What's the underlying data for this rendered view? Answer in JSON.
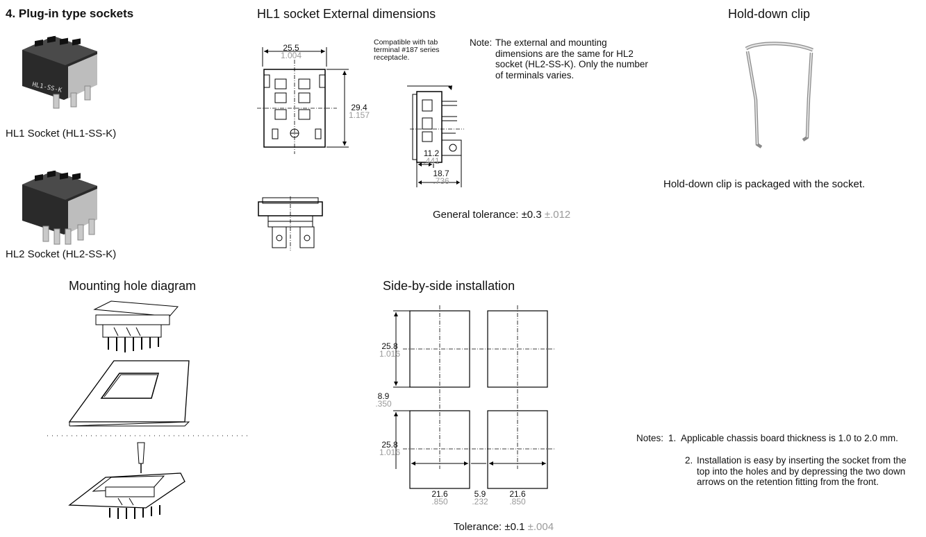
{
  "section_title": "4. Plug-in type sockets",
  "products": {
    "hl1_caption": "HL1 Socket (HL1-SS-K)",
    "hl2_caption": "HL2 Socket (HL2-SS-K)",
    "photo_label": "HL1-SS-K"
  },
  "external_dimensions": {
    "title": "HL1 socket External dimensions",
    "tab_note": "Compatible with tab terminal #187 series receptacle.",
    "note_label": "Note:",
    "note_text": "The external and mounting dimensions are the same for HL2 socket (HL2-SS-K). Only the number of terminals varies.",
    "dims": {
      "width_mm": "25.5",
      "width_in": "1.004",
      "height_mm": "29.4",
      "height_in": "1.157",
      "depth1_mm": "11.2",
      "depth1_in": ".441",
      "depth2_mm": "18.7",
      "depth2_in": ".736"
    },
    "tolerance_label": "General tolerance: ±0.3",
    "tolerance_in": "±.012"
  },
  "hold_down_clip": {
    "title": "Hold-down clip",
    "caption": "Hold-down clip is packaged with the socket."
  },
  "mounting": {
    "title": "Mounting hole diagram"
  },
  "side_by_side": {
    "title": "Side-by-side installation",
    "dims": {
      "h1_mm": "25.8",
      "h1_in": "1.016",
      "gap_v_mm": "8.9",
      "gap_v_in": ".350",
      "h2_mm": "25.8",
      "h2_in": "1.016",
      "w1_mm": "21.6",
      "w1_in": ".850",
      "gap_h_mm": "5.9",
      "gap_h_in": ".232",
      "w2_mm": "21.6",
      "w2_in": ".850"
    },
    "tolerance_label": "Tolerance: ±0.1",
    "tolerance_in": "±.004"
  },
  "notes": {
    "label": "Notes:",
    "n1_num": "1.",
    "n1_text": "Applicable chassis board thickness is 1.0 to 2.0 mm.",
    "n2_num": "2.",
    "n2_text": "Installation is easy by inserting the socket from the top into the holes and by depressing the two down arrows on the retention fitting from the front."
  }
}
